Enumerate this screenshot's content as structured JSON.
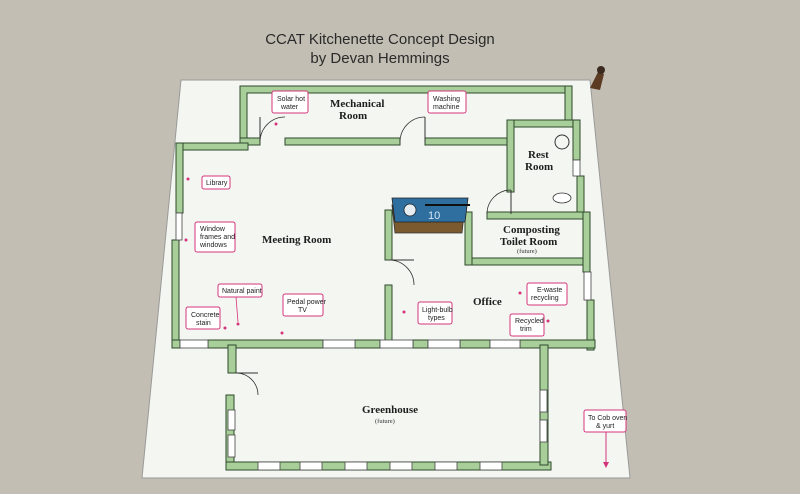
{
  "title": {
    "line1": "CCAT Kitchenette Concept Design",
    "line2": "by Devan Hemmings"
  },
  "rooms": {
    "mechanical": {
      "line1": "Mechanical",
      "line2": "Room"
    },
    "rest": {
      "line1": "Rest",
      "line2": "Room"
    },
    "meeting": "Meeting Room",
    "composting": {
      "line1": "Composting",
      "line2": "Toilet Room",
      "note": "(future)"
    },
    "office": "Office",
    "greenhouse": {
      "name": "Greenhouse",
      "note": "(future)"
    }
  },
  "callouts": {
    "solar": {
      "line1": "Solar hot",
      "line2": "water"
    },
    "washing": {
      "line1": "Washing",
      "line2": "machine"
    },
    "library": "Library",
    "window": {
      "line1": "Window",
      "line2": "frames and",
      "line3": "windows"
    },
    "natural_paint": "Natural paint",
    "concrete": {
      "line1": "Concrete",
      "line2": "stain"
    },
    "pedal": {
      "line1": "Pedal power",
      "line2": "TV"
    },
    "lightbulb": {
      "line1": "Light-bulb",
      "line2": "types"
    },
    "ewaste": {
      "line1": "E-waste",
      "line2": "recycling"
    },
    "recycled_trim": {
      "line1": "Recycled",
      "line2": "trim"
    },
    "cob": {
      "line1": "To Cob oven",
      "line2": "& yurt"
    }
  },
  "counter_number": "10",
  "colors": {
    "background": "#c3beb3",
    "floor": "#f4f6f1",
    "wall": "#a8cf9a",
    "callout_border": "#d4357a"
  }
}
